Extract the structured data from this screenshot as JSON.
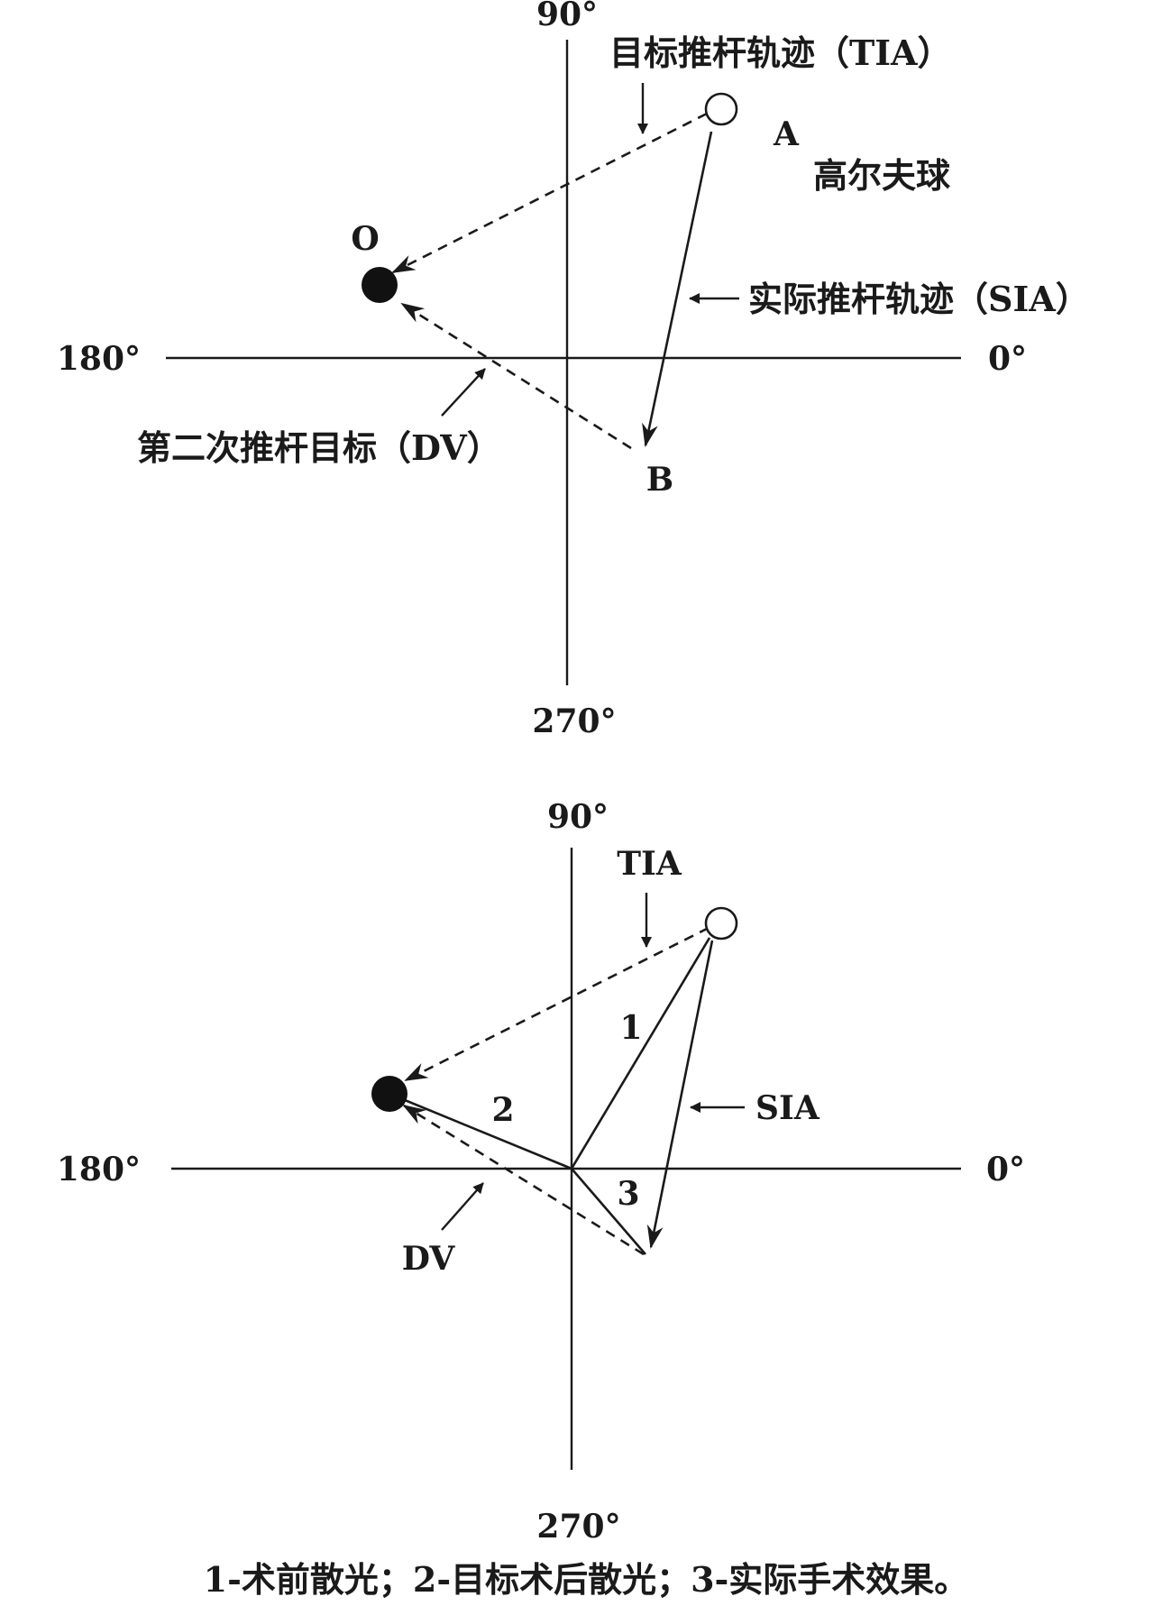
{
  "top_diagram": {
    "angle_top": "90°",
    "angle_right": "0°",
    "angle_left": "180°",
    "angle_bottom": "270°",
    "tia_label": "目标推杆轨迹（TIA）",
    "point_a_label": "A",
    "golf_ball_label": "高尔夫球",
    "point_o_label": "O",
    "sia_label": "实际推杆轨迹（SIA）",
    "dv_label": "第二次推杆目标（DV）",
    "point_b_label": "B"
  },
  "bottom_diagram": {
    "angle_top": "90°",
    "angle_right": "0°",
    "angle_left": "180°",
    "angle_bottom": "270°",
    "tia_label": "TIA",
    "sia_label": "SIA",
    "dv_label": "DV",
    "vector_1_label": "1",
    "vector_2_label": "2",
    "vector_3_label": "3"
  },
  "caption": "1-术前散光；2-目标术后散光；3-实际手术效果。"
}
